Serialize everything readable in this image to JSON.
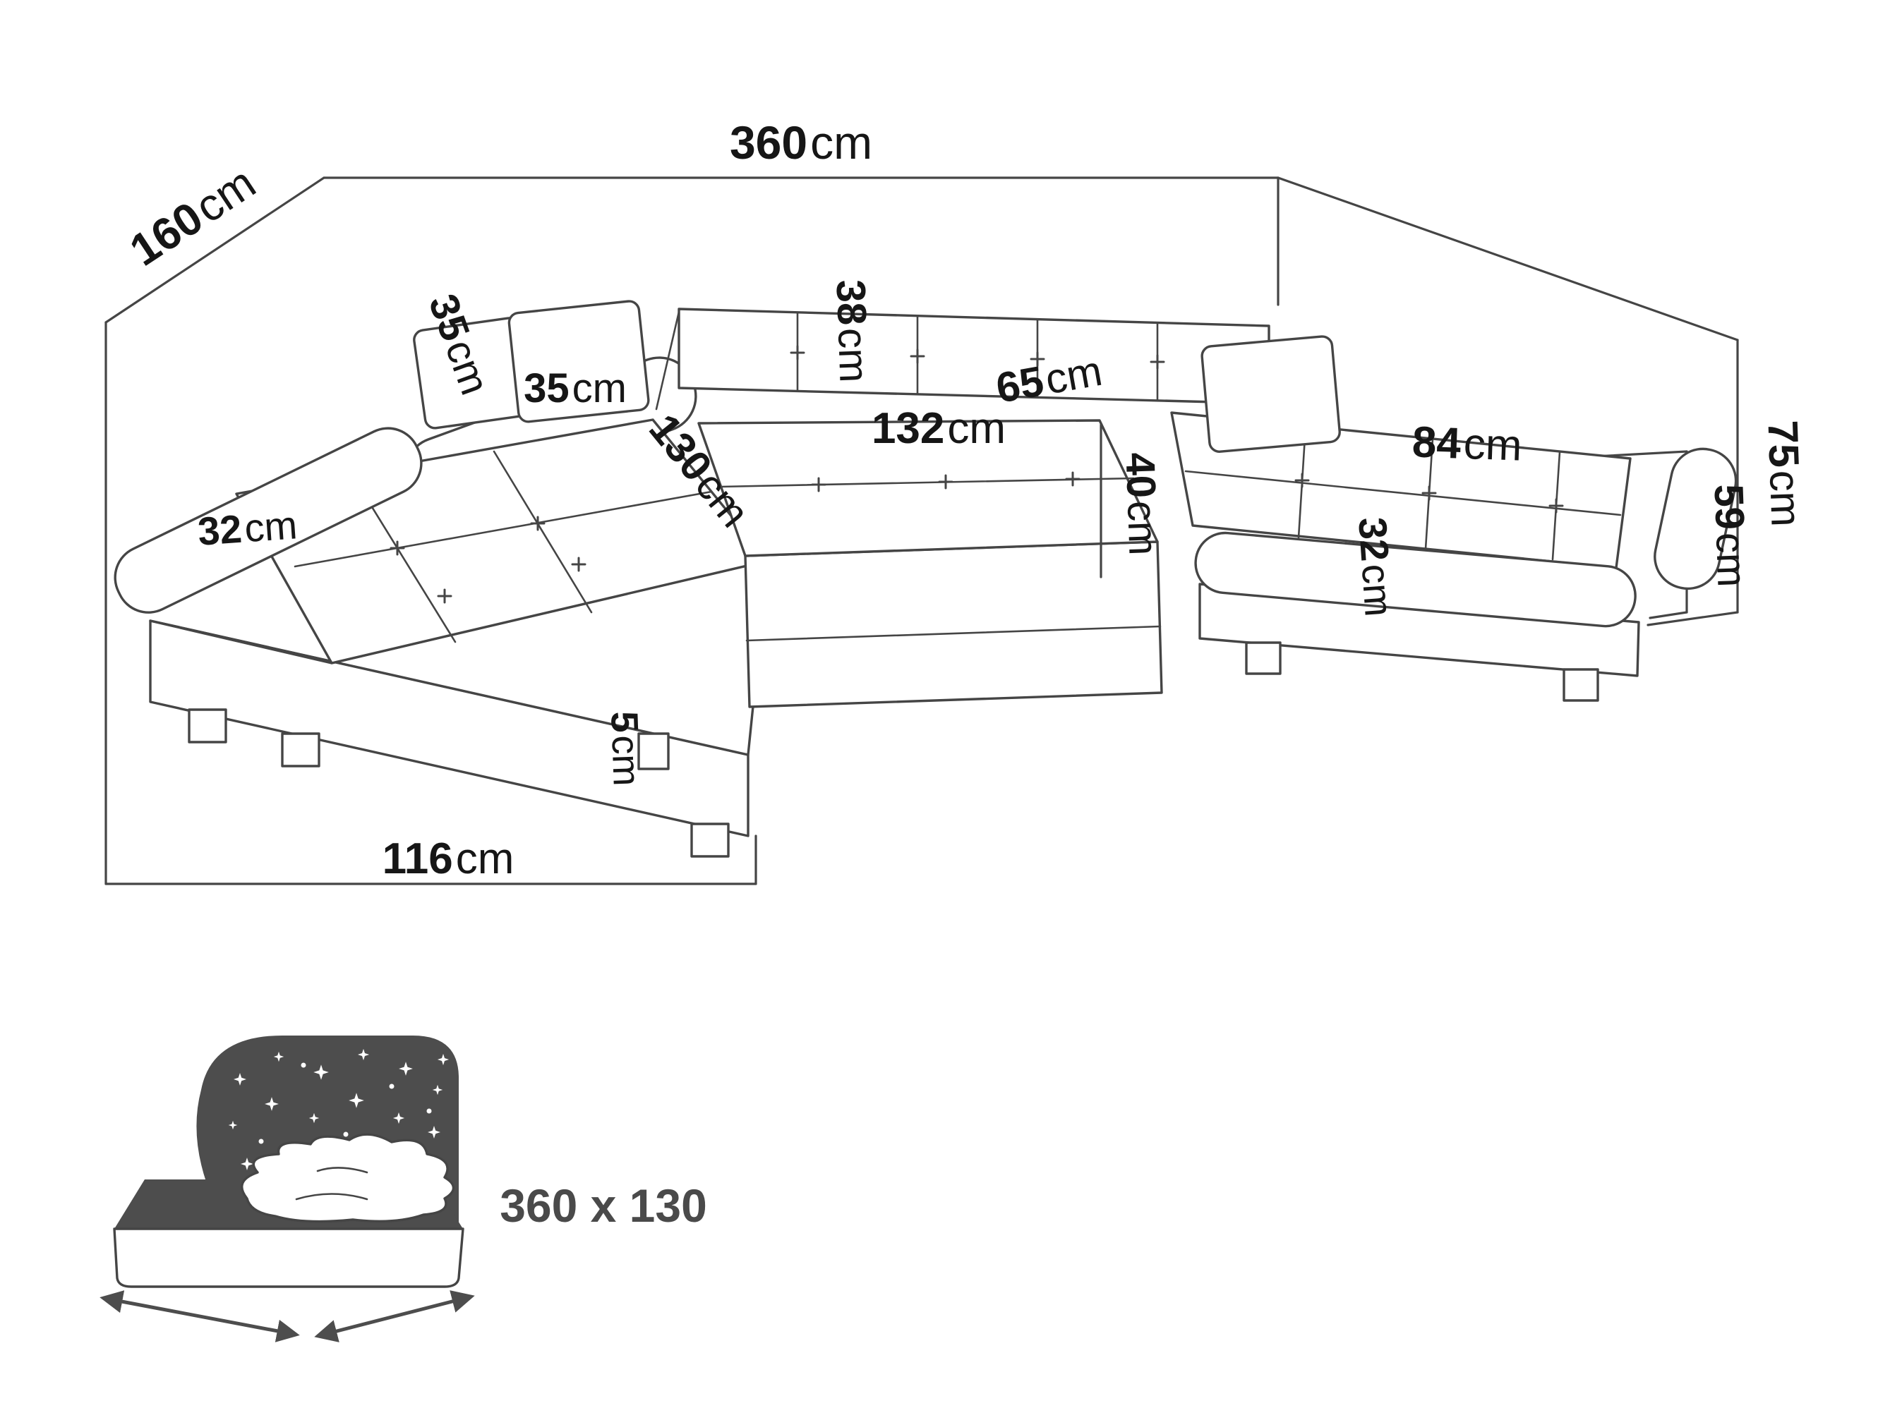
{
  "diagram_type": "sofa-dimension-drawing",
  "colors": {
    "line": "#454545",
    "text": "#161616",
    "icon_dark": "#4d4d4d"
  },
  "dimensions": {
    "back_width": {
      "value": "360",
      "unit": "cm"
    },
    "left_depth": {
      "value": "160",
      "unit": "cm"
    },
    "pillow_small": {
      "value": "35",
      "unit": "cm"
    },
    "pillow_large": {
      "value": "35",
      "unit": "cm"
    },
    "backrest_thickness": {
      "value": "38",
      "unit": "cm"
    },
    "center_seat_width": {
      "value": "132",
      "unit": "cm"
    },
    "seat_depth": {
      "value": "65",
      "unit": "cm"
    },
    "seat_height": {
      "value": "40",
      "unit": "cm"
    },
    "right_seat_length": {
      "value": "84",
      "unit": "cm"
    },
    "right_arm_width": {
      "value": "32",
      "unit": "cm"
    },
    "left_arm_width": {
      "value": "32",
      "unit": "cm"
    },
    "chaise_length": {
      "value": "130",
      "unit": "cm"
    },
    "left_section_width": {
      "value": "116",
      "unit": "cm"
    },
    "leg_height": {
      "value": "5",
      "unit": "cm"
    },
    "total_height": {
      "value": "75",
      "unit": "cm"
    },
    "arm_height": {
      "value": "59",
      "unit": "cm"
    }
  },
  "sleeping_area": {
    "size_label": "360 x 130"
  }
}
